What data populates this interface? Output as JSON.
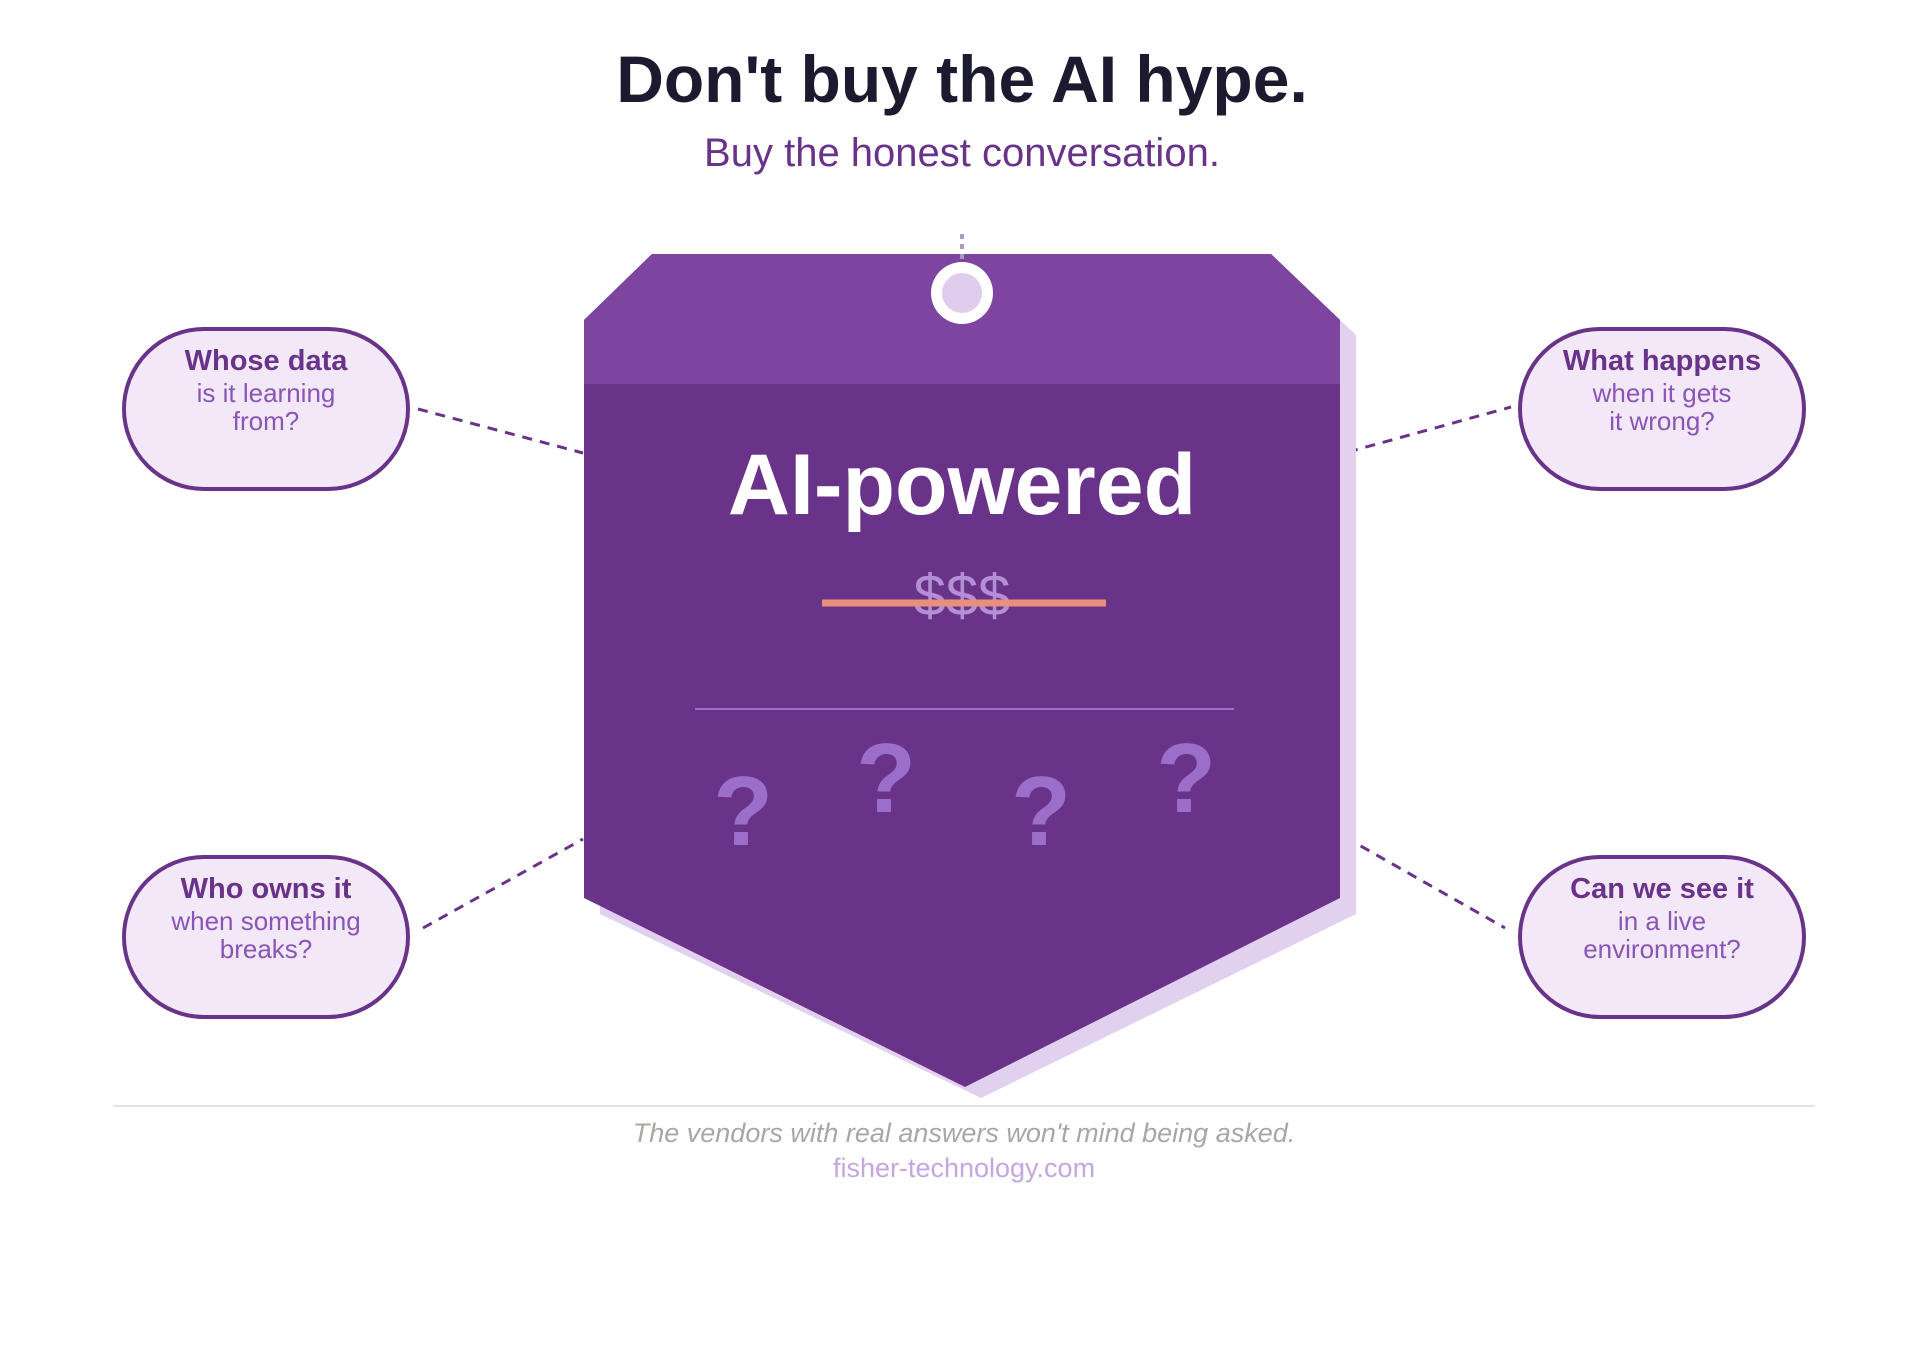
{
  "header": {
    "title": "Don't buy the AI hype.",
    "subtitle": "Buy the honest conversation."
  },
  "tag": {
    "label": "AI-powered",
    "price": "$$$",
    "question_marks": [
      "?",
      "?",
      "?",
      "?"
    ]
  },
  "bubbles": [
    {
      "title": "Whose data",
      "line1": "is it learning",
      "line2": "from?"
    },
    {
      "title": "What happens",
      "line1": "when it gets",
      "line2": "it wrong?"
    },
    {
      "title": "Who owns it",
      "line1": "when something",
      "line2": "breaks?"
    },
    {
      "title": "Can we see it",
      "line1": "in a live",
      "line2": "environment?"
    }
  ],
  "footer": {
    "tagline": "The vendors with real answers won't mind being asked.",
    "website": "fisher-technology.com"
  },
  "colors": {
    "tag_header": "#7d45a0",
    "tag_body": "#6a338a",
    "tag_shadow": "#e2d0ef",
    "bubble_fill": "#f2e8f7",
    "strike": "#e8907a"
  }
}
